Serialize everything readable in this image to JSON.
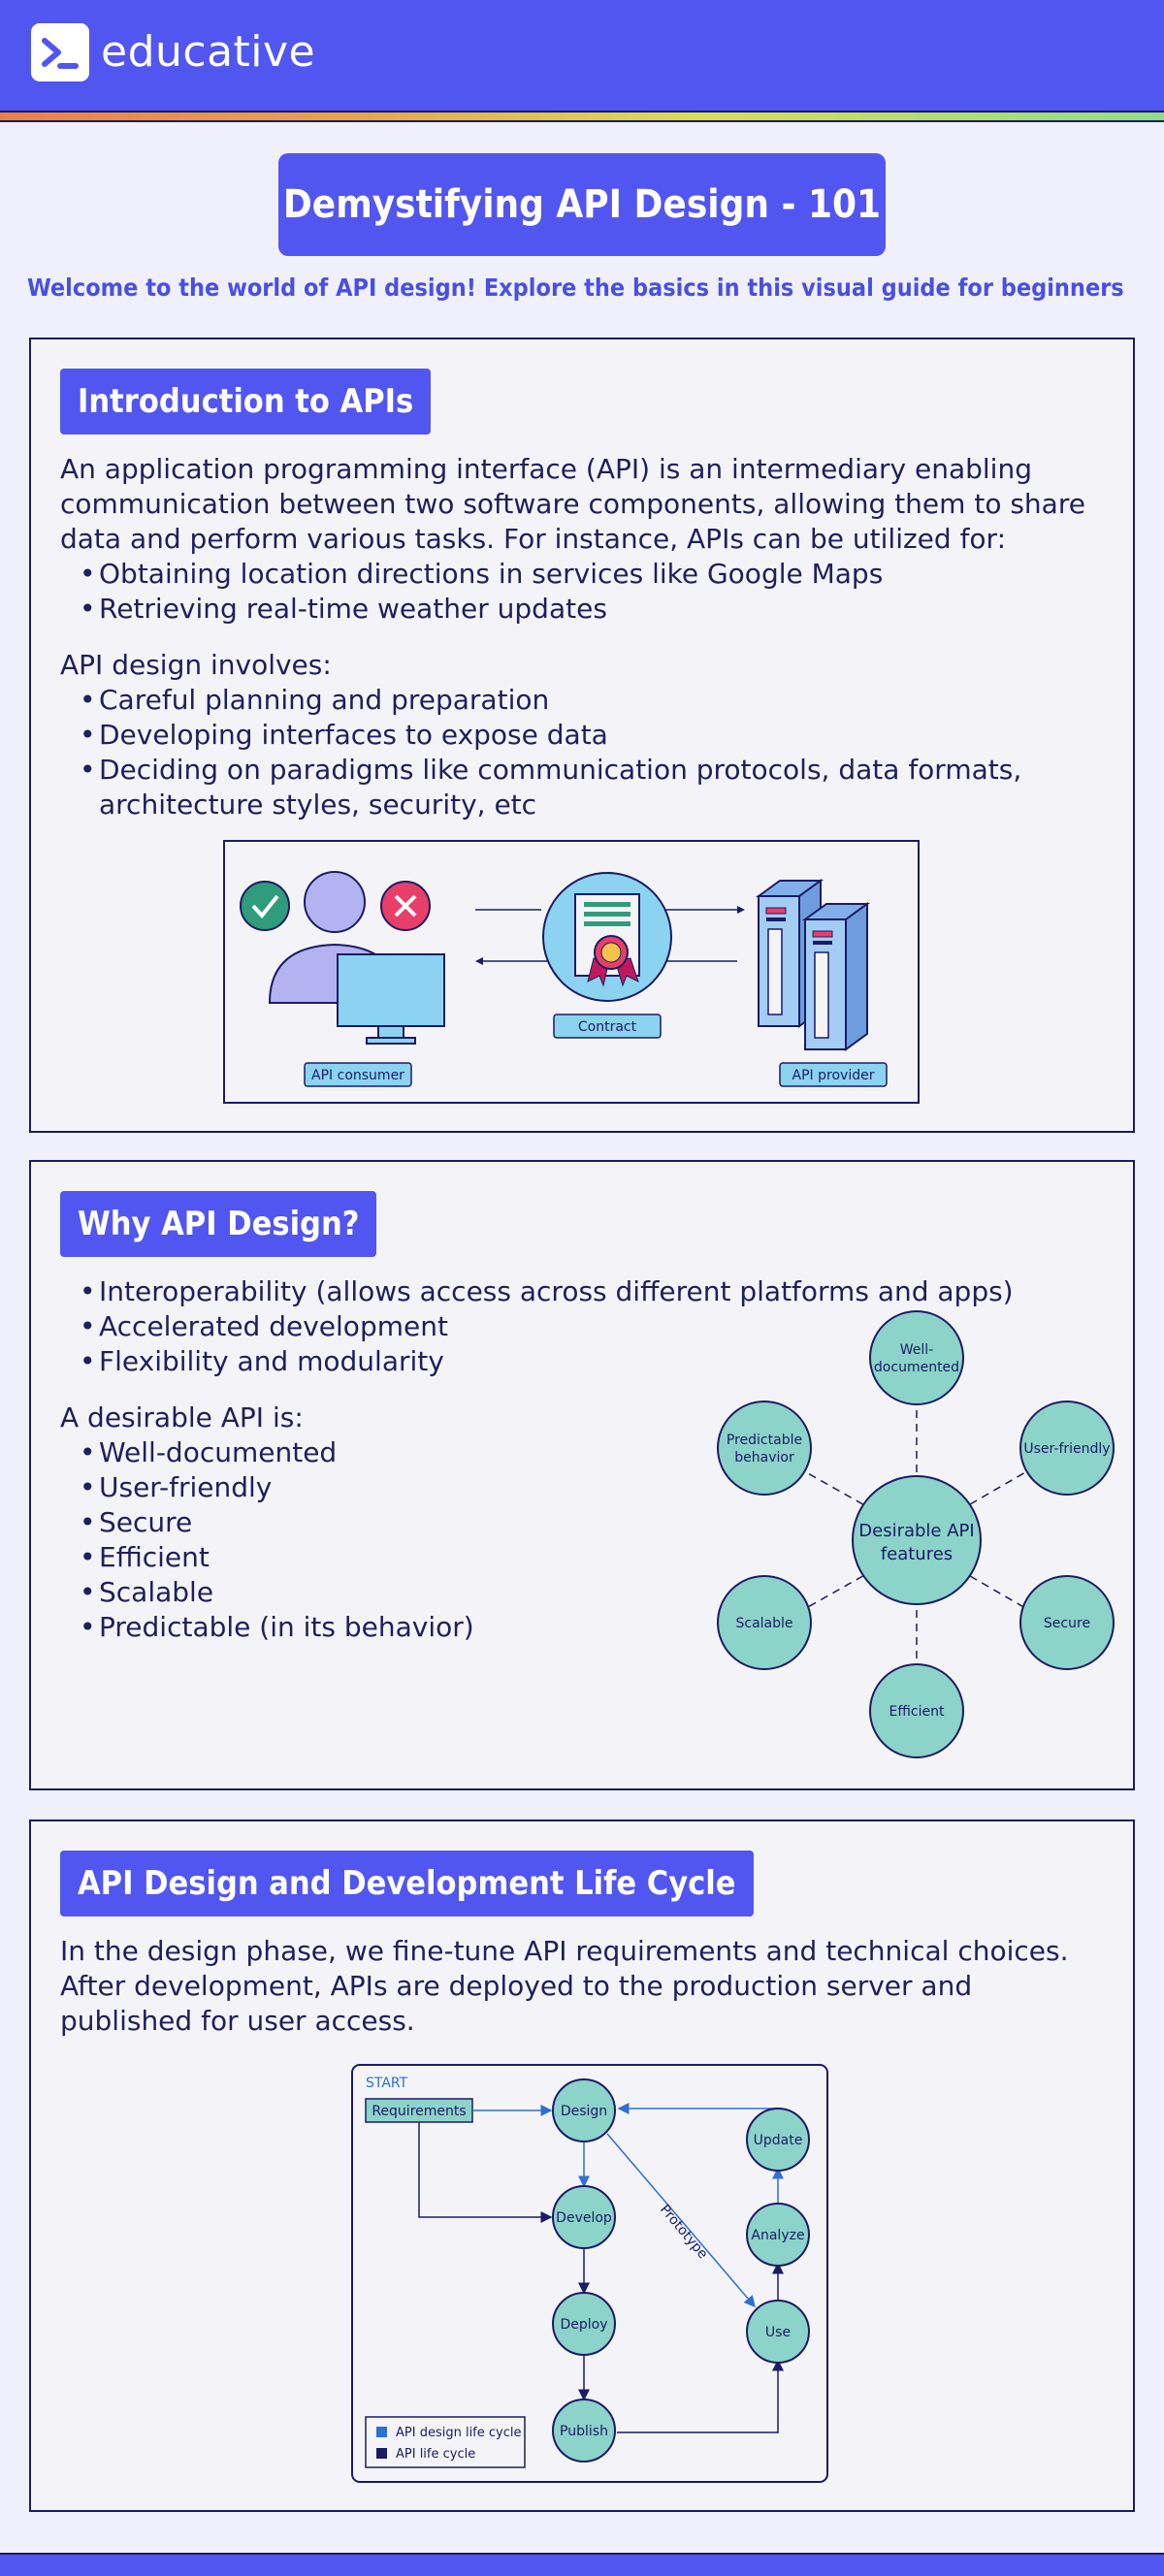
{
  "brand": {
    "name": "educative",
    "logo_icon": "terminal-prompt-icon"
  },
  "title": "Demystifying API Design - 101",
  "subtitle": "Welcome to the world of API design! Explore the basics in this visual guide for beginners",
  "intro": {
    "heading": "Introduction to APIs",
    "paragraph": "An application programming interface (API) is an intermediary enabling communication between two software components, allowing them to share data and perform various tasks. For instance, APIs can be utilized for:",
    "uses": [
      "Obtaining location directions in services like Google Maps",
      "Retrieving real-time weather updates"
    ],
    "design_lead": "API design involves:",
    "design_items": [
      "Careful planning and preparation",
      "Developing interfaces to expose data",
      "Deciding on paradigms like communication protocols, data formats, architecture styles, security, etc"
    ],
    "diagram": {
      "consumer_label": "API consumer",
      "contract_label": "Contract",
      "provider_label": "API provider"
    }
  },
  "why": {
    "heading": "Why API Design?",
    "benefits": [
      "Interoperability (allows access across different platforms and apps)",
      "Accelerated development",
      "Flexibility and modularity"
    ],
    "desirable_lead": "A desirable API is:",
    "desirable_items": [
      "Well-documented",
      "User-friendly",
      "Secure",
      "Efficient",
      "Scalable",
      "Predictable (in its behavior)"
    ],
    "diagram": {
      "center": [
        "Desirable API",
        "features"
      ],
      "well_documented": [
        "Well-",
        "documented"
      ],
      "user_friendly": "User-friendly",
      "secure": "Secure",
      "efficient": "Efficient",
      "scalable": "Scalable",
      "predictable": [
        "Predictable",
        "behavior"
      ]
    }
  },
  "lifecycle": {
    "heading": "API Design and Development Life Cycle",
    "paragraph": "In the design phase, we fine-tune API requirements and technical choices. After development, APIs are deployed to the production server and published for user access.",
    "diagram": {
      "start": "START",
      "requirements": "Requirements",
      "design": "Design",
      "develop": "Develop",
      "deploy": "Deploy",
      "publish": "Publish",
      "use": "Use",
      "analyze": "Analyze",
      "update": "Update",
      "prototype": "Prototype",
      "legend_design": "API design life cycle",
      "legend_life": "API life cycle"
    }
  },
  "colors": {
    "brand": "#5256f0",
    "navy": "#1b1b66",
    "teal": "#8cd3c9",
    "light_blue": "#8bd3f0",
    "lavender": "#b3b3f2"
  }
}
